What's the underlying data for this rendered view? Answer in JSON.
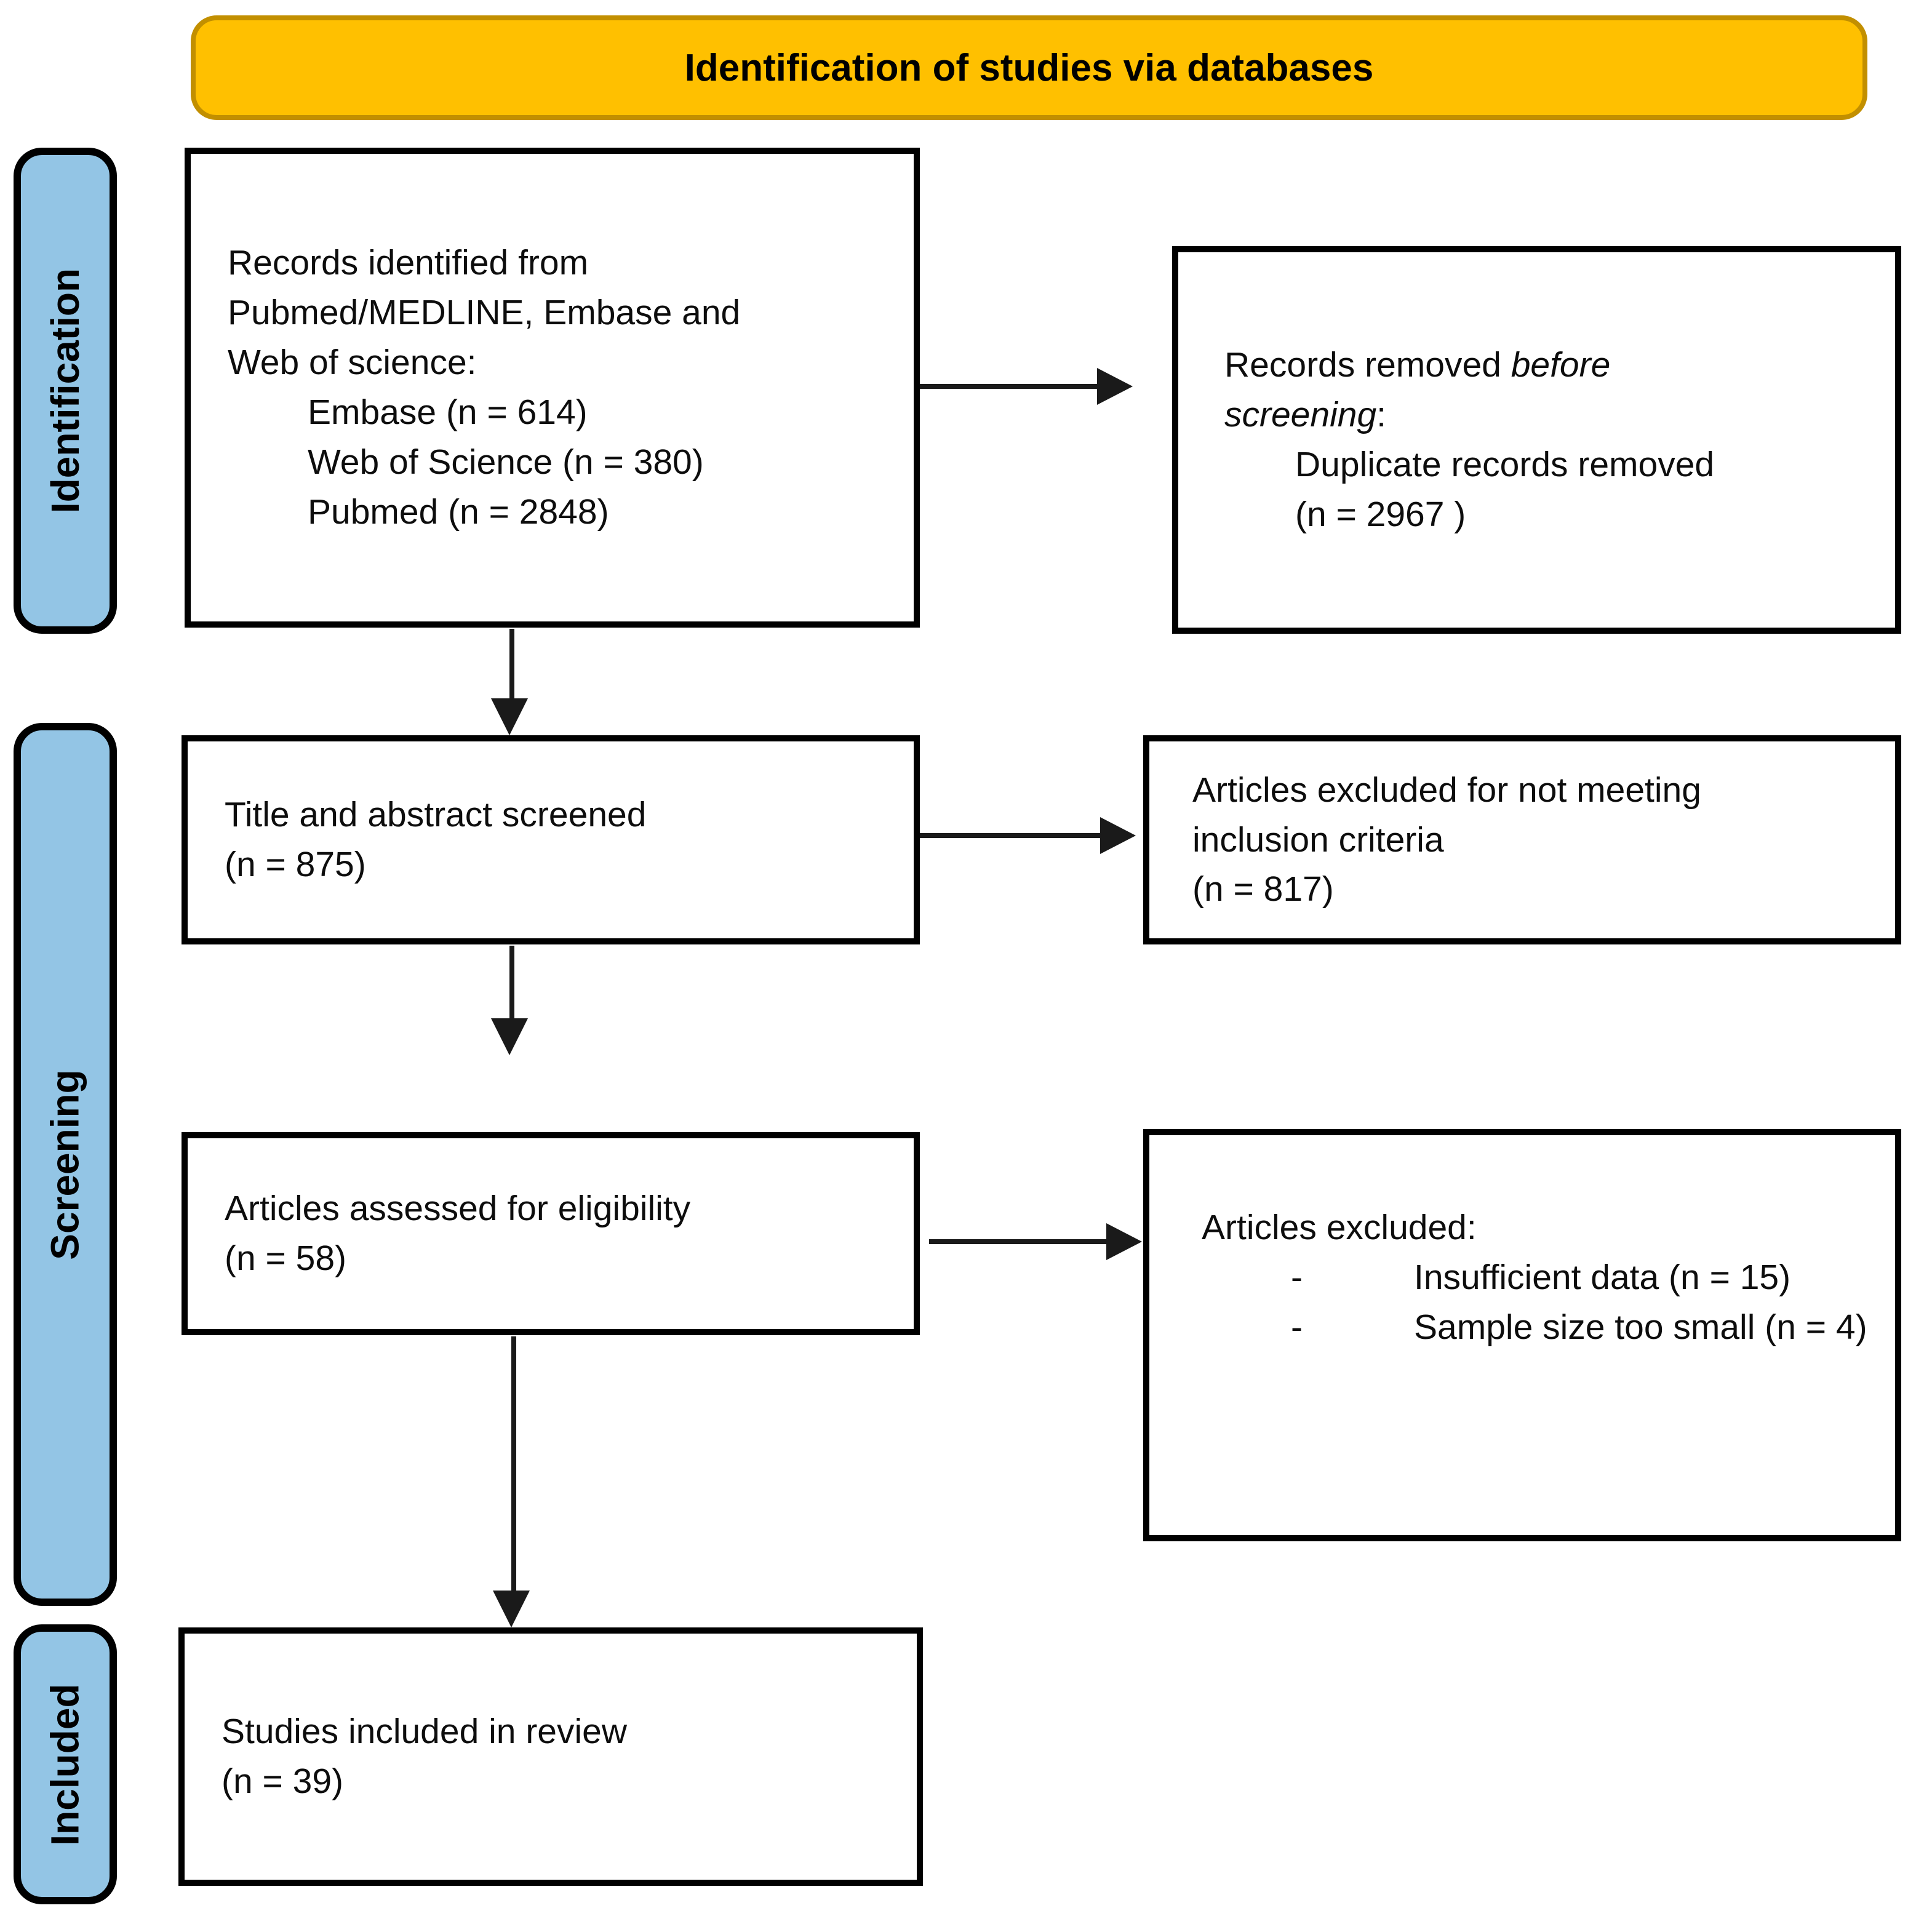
{
  "banner": {
    "title": "Identification of studies via databases"
  },
  "colors": {
    "banner_fill": "#FFC000",
    "banner_border": "#C28F00",
    "stage_fill": "#93C5E5",
    "box_border": "#000000",
    "arrow": "#1a1a1a"
  },
  "stages": [
    {
      "label": "Identification"
    },
    {
      "label": "Screening"
    },
    {
      "label": "Included"
    }
  ],
  "boxes": {
    "records_identified": {
      "lines": [
        "Records identified from",
        "Pubmed/MEDLINE, Embase and",
        "Web of science:"
      ],
      "items": [
        "Embase (n = 614)",
        "Web of Science (n = 380)",
        "Pubmed (n = 2848)"
      ]
    },
    "records_removed": {
      "seg_regular": "Records removed ",
      "seg_italic": "before",
      "seg_italic2": "screening",
      "seg_colon": ":",
      "items": [
        "Duplicate records removed",
        "(n = 2967 )"
      ]
    },
    "title_abstract": {
      "lines": [
        "Title and abstract screened",
        "(n = 875)"
      ]
    },
    "excluded_criteria": {
      "lines": [
        "Articles excluded for not meeting",
        "inclusion criteria",
        "(n = 817)"
      ]
    },
    "assessed": {
      "lines": [
        "Articles assessed for eligibility",
        "(n = 58)"
      ]
    },
    "excluded_other": {
      "title": "Articles excluded:",
      "bullets": [
        {
          "marker": "-",
          "text": "Insufficient data (n = 15)"
        },
        {
          "marker": "-",
          "text": "Sample size too small (n = 4)"
        }
      ]
    },
    "included_review": {
      "lines": [
        "Studies included in review",
        "(n = 39)"
      ]
    }
  }
}
